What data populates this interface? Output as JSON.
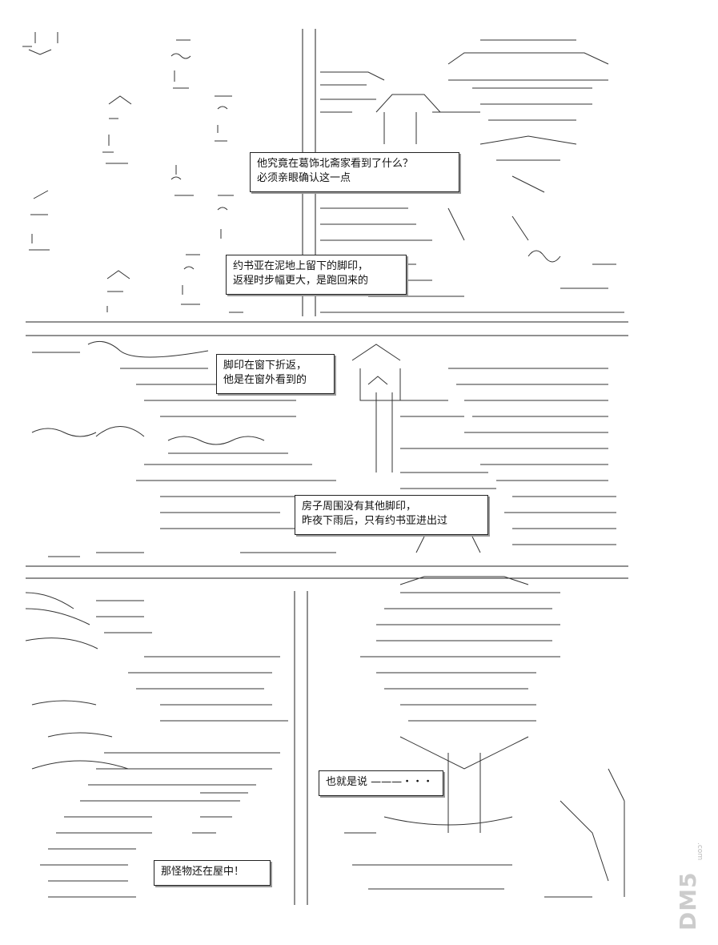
{
  "captions": {
    "c1_line1": "他究竟在葛饰北斋家看到了什么？",
    "c1_line2": "必须亲眼确认这一点",
    "c2_line1": "约书亚在泥地上留下的脚印，",
    "c2_line2": "返程时步幅更大，是跑回来的",
    "c3_line1": "脚印在窗下折返，",
    "c3_line2": "他是在窗外看到的",
    "c4_line1": "房子周围没有其他脚印，",
    "c4_line2": "昨夜下雨后，只有约书亚进出过",
    "c5_line1": "也就是说 ———・・・",
    "c6_line1": "那怪物还在屋中！"
  },
  "watermark": {
    "logo": "DM5",
    "domain": ".com"
  },
  "colors": {
    "ink": "#111111",
    "paper": "#ffffff",
    "watermark": "#cccccc"
  }
}
